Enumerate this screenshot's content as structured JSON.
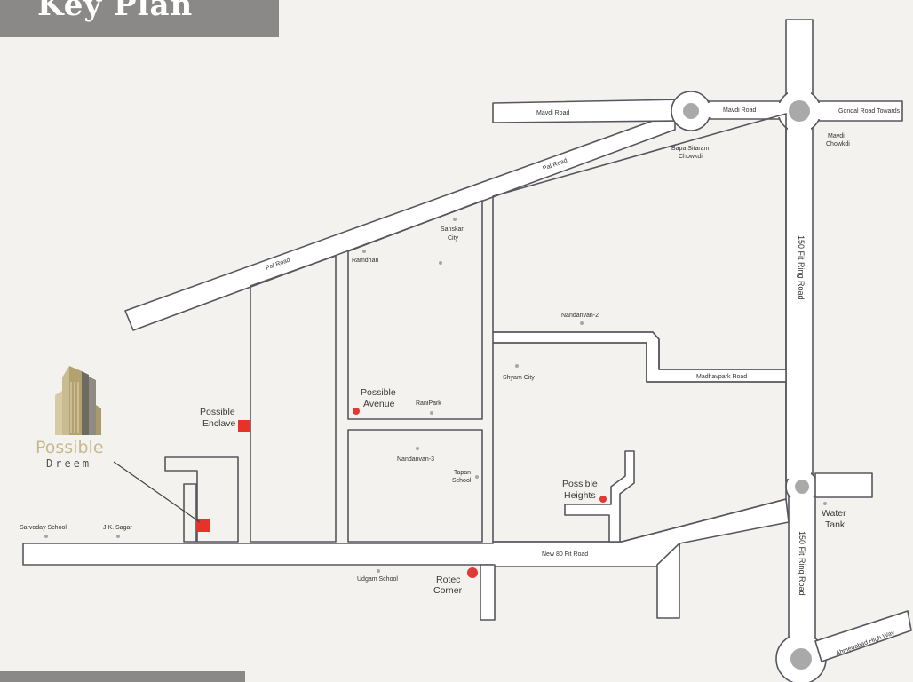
{
  "header": {
    "title": "Key Plan"
  },
  "logo": {
    "name": "Possible",
    "subname": "Dreem",
    "icon": "building-icon",
    "color": "#c7b98f"
  },
  "roads": {
    "mavdi_road_left": "Mavdi Road",
    "mavdi_road_right": "Mavdi Road",
    "gondal_road": "Gondal Road Towards",
    "pal_road_top": "Pal Road",
    "pal_road_bottom": "Pal Road",
    "ring_road_north": "150 Fit Ring Road",
    "ring_road_south": "150 Fit Ring Road",
    "madhavpark_road": "Madhavpark Road",
    "new_80_fit_road": "New 80 Fit Road",
    "ahmedabad_highway": "Ahmedabad High Way"
  },
  "landmarks": {
    "mavdi_chowkdi": [
      "Mavdi",
      "Chowkdi"
    ],
    "bapa_sitaram": [
      "Bapa Sitaram",
      "Chowkdi"
    ],
    "sanskar_city": [
      "Sanskar",
      "City"
    ],
    "ramdhan": "Ramdhan",
    "nandanvan_2": "Nandanvan-2",
    "shyam_city": "Shyam City",
    "ranipark": "RaniPark",
    "nandanvan_3": "Nandanvan-3",
    "tapan_school": [
      "Tapan",
      "School"
    ],
    "sarvoday_school": "Sarvoday School",
    "jk_sagar": "J.K. Sagar",
    "udgam_school": "Udgam School",
    "water_tank": [
      "Water",
      "Tank"
    ]
  },
  "properties": {
    "possible_avenue": [
      "Possible",
      "Avenue"
    ],
    "possible_enclave": [
      "Possible",
      "Enclave"
    ],
    "possible_heights": [
      "Possible",
      "Heights"
    ],
    "rotec_corner": [
      "Rotec",
      "Corner"
    ]
  },
  "colors": {
    "property_marker": "#e5332a",
    "road_outline": "#56565e",
    "header_bar": "#8a8987"
  }
}
